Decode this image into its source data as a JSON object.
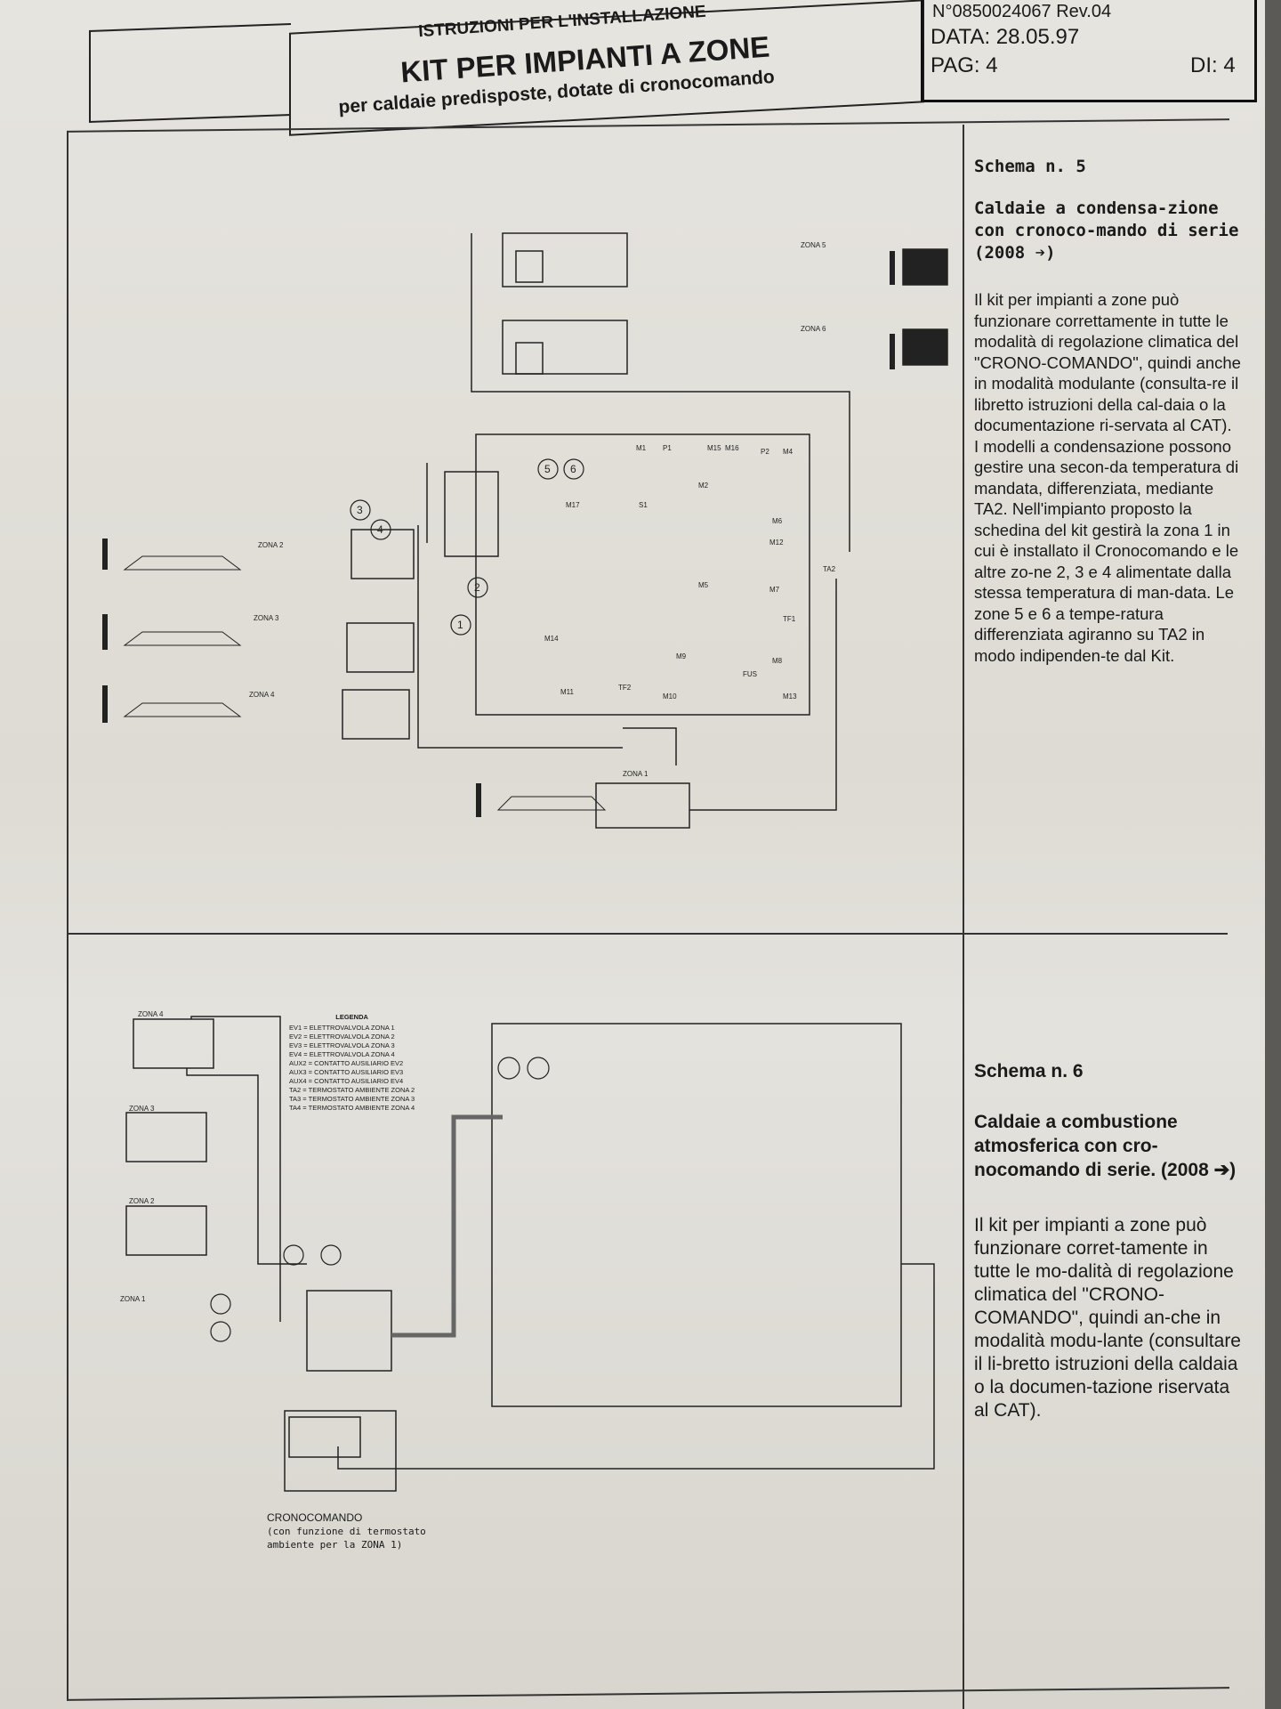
{
  "header": {
    "line1": "ISTRUZIONI PER L'INSTALLAZIONE",
    "line2": "KIT PER IMPIANTI A ZONE",
    "line3": "per caldaie predisposte, dotate di cronocomando",
    "doc_number": "N°0850024067 Rev.04",
    "date": "DATA: 28.05.97",
    "page": "PAG: 4",
    "of": "DI: 4"
  },
  "schema5": {
    "title": "Schema n. 5",
    "subtitle": "Caldaie a condensa-zione con cronoco-mando di serie (2008 ➔)",
    "body1": "Il kit per impianti a zone può funzionare correttamente in tutte le modalità di regolazione climatica del \"CRONO-COMANDO\", quindi anche in modalità modulante (consulta-re il libretto istruzioni della cal-daia o la documentazione ri-servata al CAT).",
    "body2": "I modelli a condensazione possono gestire una secon-da temperatura di mandata, differenziata, mediante TA2. Nell'impianto proposto la schedina del kit gestirà la zona 1 in cui è installato il Cronocomando e le altre zo-ne 2, 3 e 4 alimentate dalla stessa temperatura di man-data. Le zone 5 e 6 a tempe-ratura differenziata agiranno su TA2 in modo indipenden-te dal Kit.",
    "zones": [
      "ZONA 5",
      "ZONA 6",
      "ZONA 2",
      "ZONA 3",
      "ZONA 4",
      "ZONA 1"
    ],
    "circles": [
      "5",
      "6",
      "3",
      "4",
      "2",
      "1"
    ],
    "board_labels": [
      "M1",
      "P1",
      "M15",
      "M16",
      "P2",
      "M4",
      "M17",
      "S1",
      "M2",
      "M6",
      "M12",
      "TA2",
      "M5",
      "M7",
      "TF1",
      "M14",
      "M9",
      "M8",
      "FUS",
      "M11",
      "TF2",
      "M10",
      "M13"
    ]
  },
  "schema6": {
    "title": "Schema n. 6",
    "subtitle": "Caldaie a combustione atmosferica con cro-nocomando di serie. (2008 ➔)",
    "body": "Il kit per impianti a zone può funzionare corret-tamente in tutte le mo-dalità di regolazione climatica del \"CRONO-COMANDO\", quindi an-che in modalità modu-lante (consultare il li-bretto istruzioni della caldaia o la documen-tazione riservata al CAT).",
    "zones": [
      "ZONA 4",
      "ZONA 3",
      "ZONA 2",
      "ZONA 1"
    ],
    "legend_title": "LEGENDA",
    "legend": [
      "EV1  = ELETTROVALVOLA ZONA 1",
      "EV2  = ELETTROVALVOLA ZONA 2",
      "EV3  = ELETTROVALVOLA ZONA 3",
      "EV4  = ELETTROVALVOLA ZONA 4",
      "AUX2 = CONTATTO AUSILIARIO EV2",
      "AUX3 = CONTATTO AUSILIARIO EV3",
      "AUX4 = CONTATTO AUSILIARIO EV4",
      "TA2  = TERMOSTATO AMBIENTE ZONA 2",
      "TA3  = TERMOSTATO AMBIENTE ZONA 3",
      "TA4  = TERMOSTATO AMBIENTE ZONA 4"
    ],
    "crono_label": "CRONOCOMANDO",
    "crono_note1": "(con funzione di termostato",
    "crono_note2": "ambiente per la ZONA 1)"
  }
}
